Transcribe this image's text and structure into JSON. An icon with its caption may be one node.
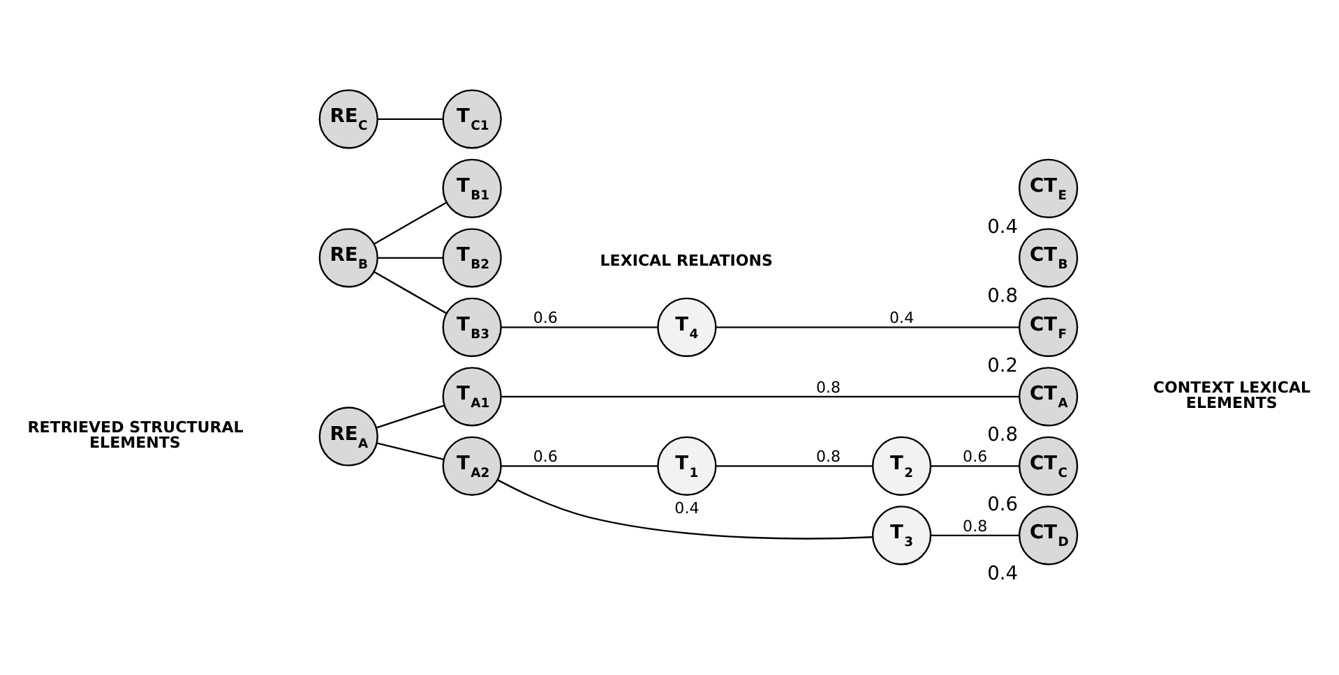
{
  "diagram": {
    "nodes": [
      {
        "text": [
          "RE$_{A}$"
        ]
      },
      {
        "text": [
          "T$_{A1}$"
        ]
      },
      {
        "text": [
          "T$_{A2}$"
        ]
      },
      {
        "text": [
          "RE$_{B}$"
        ]
      },
      {
        "text": [
          "T$_{B1}$"
        ]
      },
      {
        "text": [
          "T$_{B2}$"
        ]
      },
      {
        "text": [
          "T$_{B3}$"
        ]
      },
      {
        "text": [
          "RE$_{C}$"
        ]
      },
      {
        "text": [
          "T$_{C1}$"
        ]
      },
      {
        "text": [
          "T$_{1}$"
        ]
      },
      {
        "text": [
          "T$_{2}$"
        ]
      },
      {
        "text": [
          "T$_{3}$"
        ]
      },
      {
        "text": [
          "T$_{4}$"
        ]
      },
      {
        "text": [
          "CT$_{A}$"
        ],
        "beside": [
          "0.8"
        ]
      },
      {
        "text": [
          "CT$_{B}$"
        ],
        "beside": [
          "0.8"
        ]
      },
      {
        "text": [
          "CT$_{C}$"
        ],
        "beside": [
          "0.6"
        ]
      },
      {
        "text": [
          "CT$_{D}$"
        ],
        "beside": [
          "0.4"
        ]
      },
      {
        "text": [
          "CT$_{E}$"
        ],
        "beside": [
          "0.4"
        ]
      },
      {
        "text": [
          "CT$_{F}$"
        ],
        "beside": [
          "0.2"
        ]
      }
    ],
    "edges": [
      {
        "from": 0,
        "to": 1,
        "arrow": "none"
      },
      {
        "from": 0,
        "to": 2,
        "arrow": "none"
      },
      {
        "from": 3,
        "to": 4,
        "arrow": "none"
      },
      {
        "from": 3,
        "to": 5,
        "arrow": "none"
      },
      {
        "from": 3,
        "to": 6,
        "arrow": "none"
      },
      {
        "from": 7,
        "to": 8,
        "arrow": "none"
      },
      {
        "from": 1,
        "to": 13,
        "label": "0.8",
        "arrow": "none"
      },
      {
        "from": 2,
        "to": 9,
        "label": "0.6",
        "arrow": "none"
      },
      {
        "from": 2,
        "to": 11,
        "label": "0.4",
        "arrow": "none"
      },
      {
        "from": 9,
        "to": 10,
        "label": "0.8",
        "arrow": "none"
      },
      {
        "from": 10,
        "to": 15,
        "label": "0.6",
        "arrow": "none"
      },
      {
        "from": 11,
        "to": 16,
        "label": "0.8",
        "arrow": "none"
      },
      {
        "from": 6,
        "to": 12,
        "label": "0.6",
        "arrow": "none"
      },
      {
        "from": 12,
        "to": 18,
        "label": "0.4",
        "arrow": "none"
      }
    ],
    "labels": [
      "LEXICAL RELATIONS",
      "RETRIEVED STRUCTURAL ELEMENTS",
      "CONTEXT LEXICAL ELEMENTS"
    ]
  }
}
